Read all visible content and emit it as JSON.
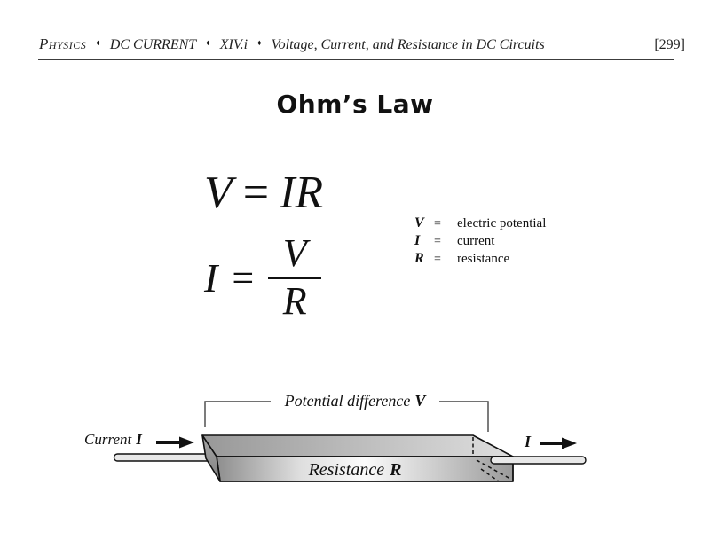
{
  "header": {
    "subject": "Physics",
    "separator": "♦",
    "chapter": "DC CURRENT",
    "section": "XIV.i",
    "title": "Voltage, Current, and Resistance in DC Circuits",
    "page_number": "[299]"
  },
  "title": "Ohm’s Law",
  "equations": {
    "eq1": {
      "lhs": "V",
      "equals": "=",
      "rhs": "IR"
    },
    "eq2": {
      "lhs": "I",
      "equals": "=",
      "numerator": "V",
      "denominator": "R"
    }
  },
  "legend": {
    "rows": [
      {
        "symbol": "V",
        "equals": "=",
        "definition": "electric potential"
      },
      {
        "symbol": "I",
        "equals": "=",
        "definition": "current"
      },
      {
        "symbol": "R",
        "equals": "=",
        "definition": "resistance"
      }
    ]
  },
  "diagram": {
    "potential_label": "Potential difference",
    "potential_symbol": "V",
    "current_label": "Current",
    "current_symbol": "I",
    "resistance_label": "Resistance",
    "resistance_symbol": "R",
    "output_symbol": "I"
  },
  "colors": {
    "text": "#1a1a1a",
    "rule": "#3c3c3c",
    "outline": "#111111",
    "wire_fill": "#e8e8e8",
    "bar_light": "#fbfbfb",
    "bar_dark": "#8e8e8e"
  }
}
